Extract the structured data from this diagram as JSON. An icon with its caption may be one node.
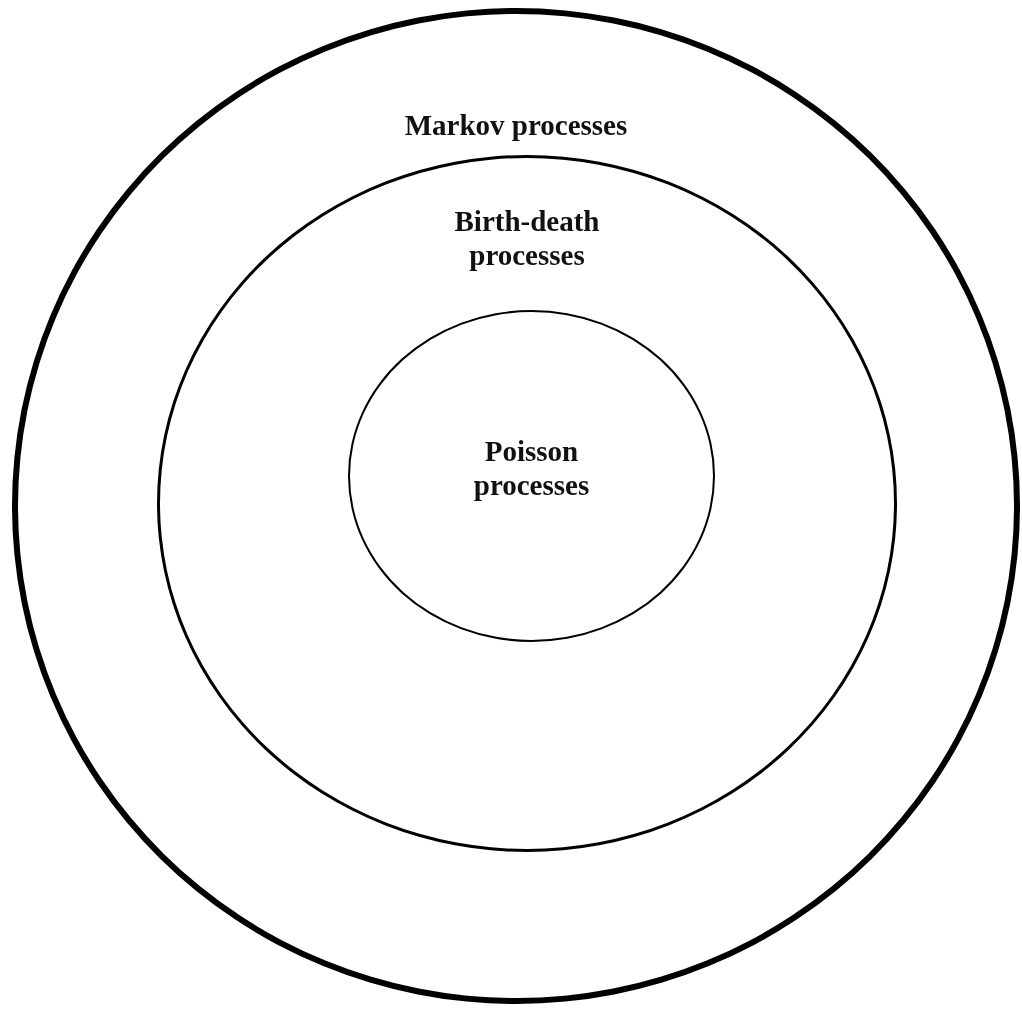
{
  "diagram": {
    "nodes": [
      {
        "text": [
          "Markov processes"
        ]
      },
      {
        "text": [
          "Birth-death processes"
        ],
        "in": 0
      },
      {
        "text": [
          "Poisson processes"
        ],
        "in": 1
      }
    ]
  }
}
